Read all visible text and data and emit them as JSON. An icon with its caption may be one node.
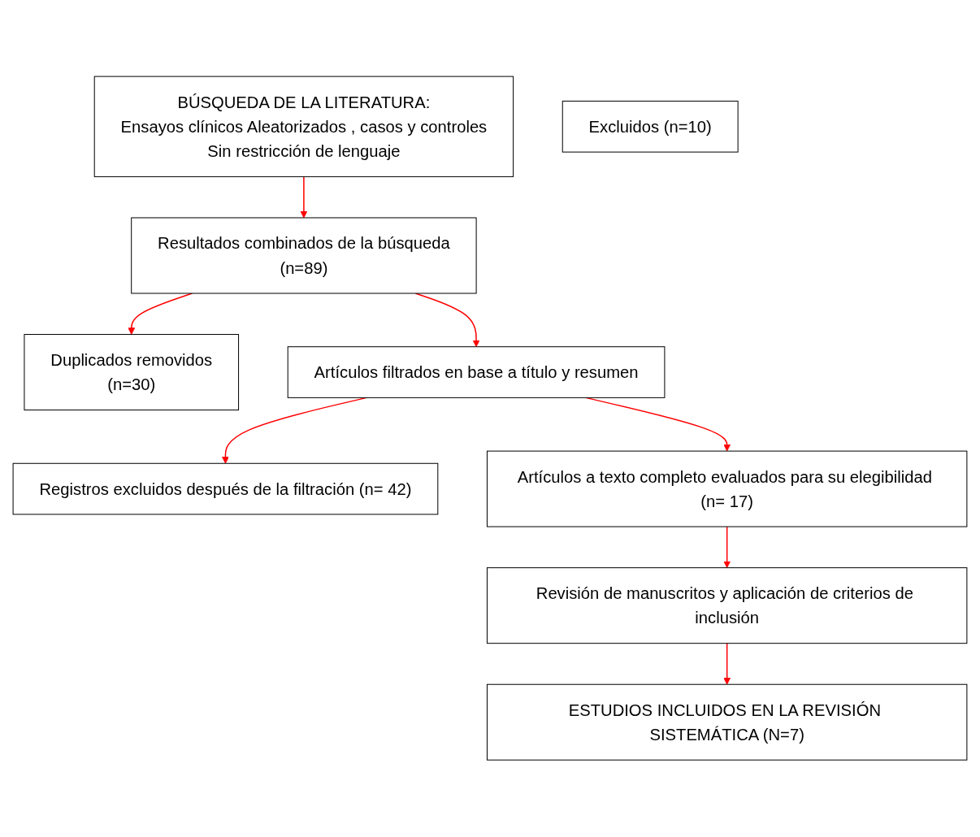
{
  "diagram": {
    "nodes": [
      {
        "text": [
          "BÚSQUEDA DE LA LITERATURA:",
          "Ensayos clínicos Aleatorizados , casos y controles",
          "Sin restricción de lenguaje"
        ]
      },
      {
        "text": [
          "Resultados combinados de la búsqueda",
          "(n=89)"
        ]
      },
      {
        "text": [
          "Duplicados removidos",
          "(n=30)"
        ]
      },
      {
        "text": [
          "Artículos filtrados en base a título y resumen"
        ]
      },
      {
        "text": [
          "Registros excluidos después de la filtración (n= 42)"
        ]
      },
      {
        "text": [
          "Artículos a texto completo evaluados para su elegibilidad (n= 17)"
        ]
      },
      {
        "text": [
          "Revisión de manuscritos y aplicación de criterios de inclusión"
        ]
      },
      {
        "text": [
          "Excluidos (n=10)"
        ]
      },
      {
        "text": [
          "ESTUDIOS INCLUIDOS EN LA REVISIÓN SISTEMÁTICA (N=7)"
        ]
      }
    ],
    "edges": [
      {
        "from": 0,
        "to": 1,
        "arrow": "to"
      },
      {
        "from": 1,
        "to": 2,
        "arrow": "to"
      },
      {
        "from": 1,
        "to": 3,
        "arrow": "to"
      },
      {
        "from": 3,
        "to": 4,
        "arrow": "to"
      },
      {
        "from": 3,
        "to": 5,
        "arrow": "to"
      },
      {
        "from": 5,
        "to": 6,
        "arrow": "to"
      },
      {
        "from": 6,
        "to": 8,
        "arrow": "to"
      }
    ]
  }
}
